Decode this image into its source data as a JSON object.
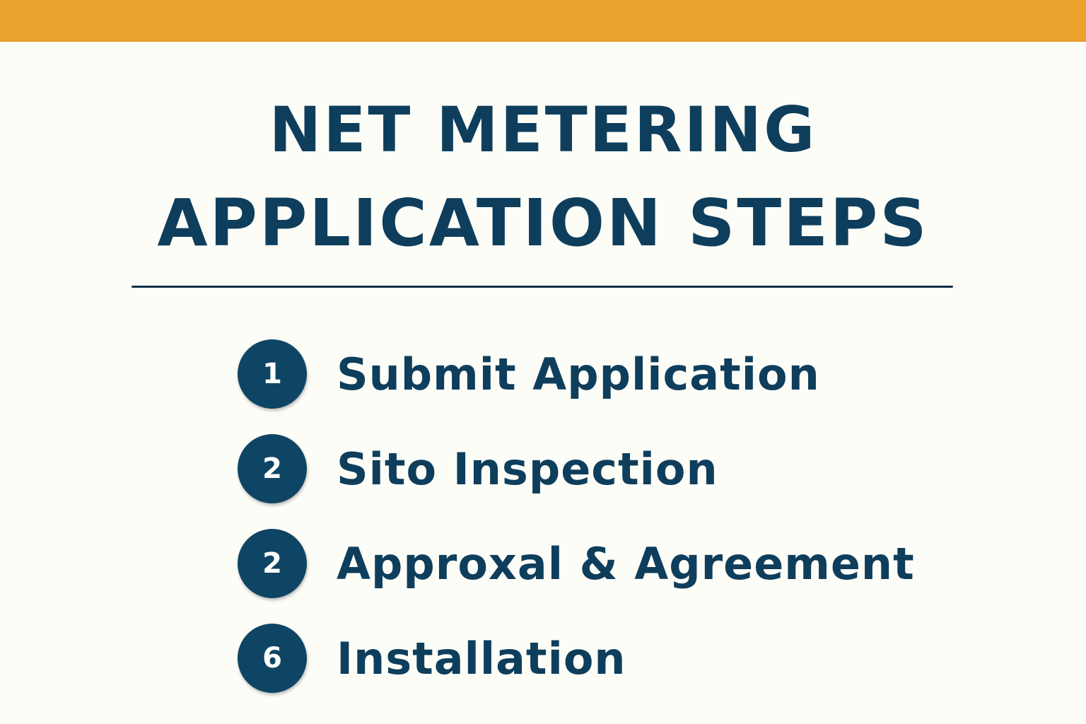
{
  "header": {
    "accent_color": "#eba22e"
  },
  "title": {
    "line1": "NET METERING",
    "line2": "APPLICATION STEPS",
    "color": "#0e3e5c"
  },
  "steps": [
    {
      "number": "1",
      "label": "Submit Application"
    },
    {
      "number": "2",
      "label": "Sito Inspection"
    },
    {
      "number": "2",
      "label": "Approxal & Agreement"
    },
    {
      "number": "6",
      "label": "Installation"
    }
  ],
  "badge_color": "#0f4564"
}
